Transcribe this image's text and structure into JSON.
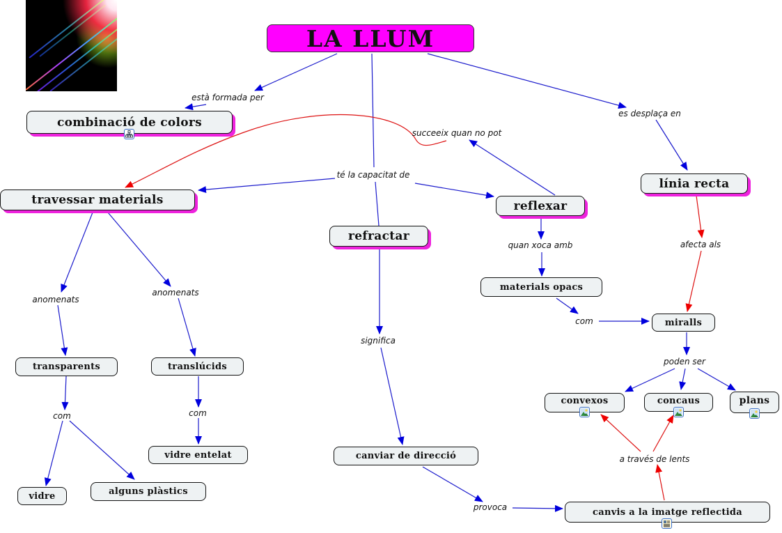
{
  "title": "LA LLUM",
  "picture": {
    "name": "light-rays-image",
    "description": "colorful light rays on black"
  },
  "colors": {
    "title_fill": "#ff00ff",
    "node_fill": "#eef2f3",
    "node_shadow": "#ee22dd",
    "edge_blue": "#0000cc",
    "edge_red": "#dd0000"
  },
  "nodes": {
    "combinacio": "combinació de colors",
    "travessar": "travessar materials",
    "refractar": "refractar",
    "reflexar": "reflexar",
    "linia": "línia recta",
    "opacs": "materials opacs",
    "miralls": "miralls",
    "transparents": "transparents",
    "translucids": "translúcids",
    "vidre": "vidre",
    "plastics": "alguns plàstics",
    "entelat": "vidre entelat",
    "canviar": "canviar de direcció",
    "convexos": "convexos",
    "concaus": "concaus",
    "plans": "plans",
    "canvis": "canvis a la imatge reflectida"
  },
  "links": {
    "formada": "està  formada per",
    "capacitat": "té la capacitat de",
    "desplaca": "es desplaça en",
    "succeeix": "succeeix quan no pot",
    "xoca": "quan xoca amb",
    "afecta": "afecta als",
    "com_opacs": "com",
    "poden": "poden ser",
    "anomenats1": "anomenats",
    "anomenats2": "anomenats",
    "com_transp": "com",
    "com_transl": "com",
    "significa": "significa",
    "provoca": "provoca",
    "lents": "a través de lents"
  },
  "attachments": {
    "combinacio": "submap-icon",
    "convexos": "image-icon",
    "concaus": "image-icon",
    "plans": "image-icon",
    "canvis": "document-icon"
  }
}
